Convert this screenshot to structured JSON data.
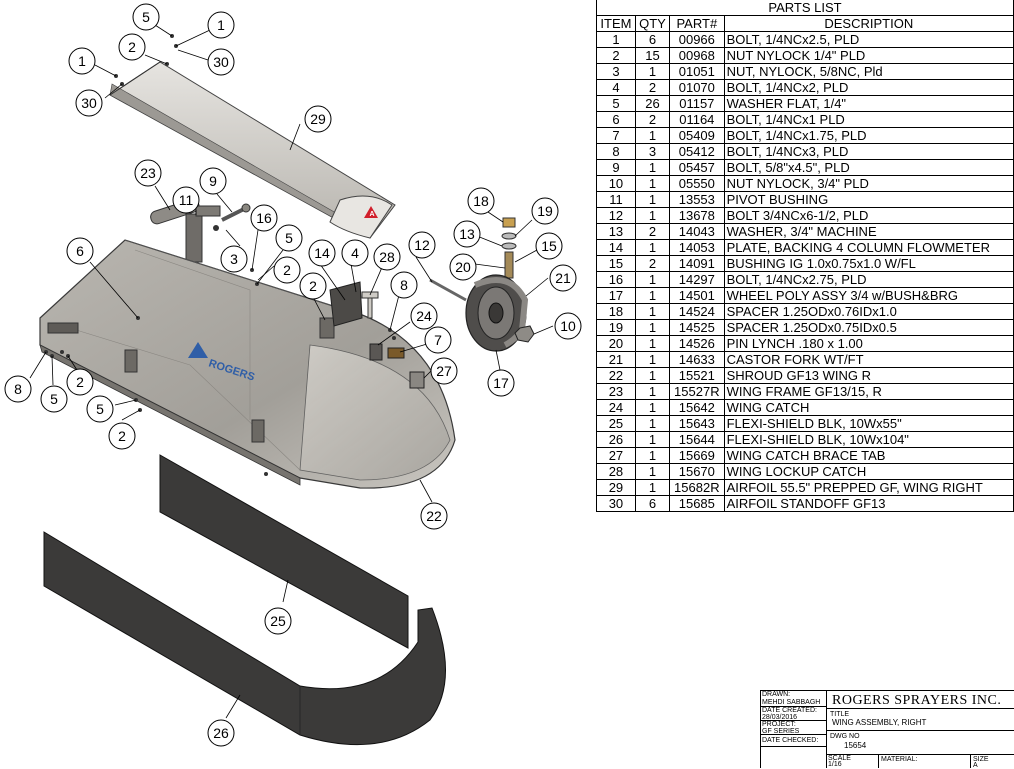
{
  "balloons": [
    {
      "id": "b-5-top",
      "label": "5"
    },
    {
      "id": "b-1-top",
      "label": "1"
    },
    {
      "id": "b-2-top",
      "label": "2"
    },
    {
      "id": "b-30-top",
      "label": "30"
    },
    {
      "id": "b-1-left",
      "label": "1"
    },
    {
      "id": "b-30-left",
      "label": "30"
    },
    {
      "id": "b-29",
      "label": "29"
    },
    {
      "id": "b-23",
      "label": "23"
    },
    {
      "id": "b-9",
      "label": "9"
    },
    {
      "id": "b-11",
      "label": "11"
    },
    {
      "id": "b-16",
      "label": "16"
    },
    {
      "id": "b-5-mid",
      "label": "5"
    },
    {
      "id": "b-3",
      "label": "3"
    },
    {
      "id": "b-2-mid",
      "label": "2"
    },
    {
      "id": "b-6",
      "label": "6"
    },
    {
      "id": "b-14",
      "label": "14"
    },
    {
      "id": "b-4",
      "label": "4"
    },
    {
      "id": "b-28",
      "label": "28"
    },
    {
      "id": "b-12",
      "label": "12"
    },
    {
      "id": "b-8-mid",
      "label": "8"
    },
    {
      "id": "b-2-center",
      "label": "2"
    },
    {
      "id": "b-18",
      "label": "18"
    },
    {
      "id": "b-19",
      "label": "19"
    },
    {
      "id": "b-13",
      "label": "13"
    },
    {
      "id": "b-15",
      "label": "15"
    },
    {
      "id": "b-20",
      "label": "20"
    },
    {
      "id": "b-21",
      "label": "21"
    },
    {
      "id": "b-10",
      "label": "10"
    },
    {
      "id": "b-24",
      "label": "24"
    },
    {
      "id": "b-7",
      "label": "7"
    },
    {
      "id": "b-27",
      "label": "27"
    },
    {
      "id": "b-17",
      "label": "17"
    },
    {
      "id": "b-8-left",
      "label": "8"
    },
    {
      "id": "b-5-left",
      "label": "5"
    },
    {
      "id": "b-2-left",
      "label": "2"
    },
    {
      "id": "b-5-low",
      "label": "5"
    },
    {
      "id": "b-2-low",
      "label": "2"
    },
    {
      "id": "b-22",
      "label": "22"
    },
    {
      "id": "b-25",
      "label": "25"
    },
    {
      "id": "b-26",
      "label": "26"
    }
  ],
  "logo": {
    "letter": "A",
    "brand_small": "ROGERS",
    "brand_large": "ROGERS"
  },
  "parts_list": {
    "title": "PARTS LIST",
    "headers": [
      "ITEM",
      "QTY",
      "PART#",
      "DESCRIPTION"
    ],
    "rows": [
      [
        "1",
        "6",
        "00966",
        "BOLT, 1/4NCx2.5, PLD"
      ],
      [
        "2",
        "15",
        "00968",
        "NUT NYLOCK 1/4\" PLD"
      ],
      [
        "3",
        "1",
        "01051",
        "NUT, NYLOCK, 5/8NC, Pld"
      ],
      [
        "4",
        "2",
        "01070",
        "BOLT, 1/4NCx2, PLD"
      ],
      [
        "5",
        "26",
        "01157",
        "WASHER FLAT, 1/4\""
      ],
      [
        "6",
        "2",
        "01164",
        "BOLT, 1/4NCx1 PLD"
      ],
      [
        "7",
        "1",
        "05409",
        "BOLT, 1/4NCx1.75, PLD"
      ],
      [
        "8",
        "3",
        "05412",
        "BOLT, 1/4NCx3, PLD"
      ],
      [
        "9",
        "1",
        "05457",
        "BOLT, 5/8\"x4.5\", PLD"
      ],
      [
        "10",
        "1",
        "05550",
        "NUT NYLOCK, 3/4\" PLD"
      ],
      [
        "11",
        "1",
        "13553",
        "PIVOT BUSHING"
      ],
      [
        "12",
        "1",
        "13678",
        "BOLT 3/4NCx6-1/2, PLD"
      ],
      [
        "13",
        "2",
        "14043",
        "WASHER, 3/4\" MACHINE"
      ],
      [
        "14",
        "1",
        "14053",
        "PLATE, BACKING 4 COLUMN FLOWMETER"
      ],
      [
        "15",
        "2",
        "14091",
        "BUSHING IG 1.0x0.75x1.0 W/FL"
      ],
      [
        "16",
        "1",
        "14297",
        "BOLT, 1/4NCx2.75, PLD"
      ],
      [
        "17",
        "1",
        "14501",
        "WHEEL POLY ASSY 3/4 w/BUSH&BRG"
      ],
      [
        "18",
        "1",
        "14524",
        "SPACER 1.25ODx0.76IDx1.0"
      ],
      [
        "19",
        "1",
        "14525",
        "SPACER 1.25ODx0.75IDx0.5"
      ],
      [
        "20",
        "1",
        "14526",
        "PIN LYNCH .180 x 1.00"
      ],
      [
        "21",
        "1",
        "14633",
        "CASTOR FORK WT/FT"
      ],
      [
        "22",
        "1",
        "15521",
        "SHROUD GF13 WING R"
      ],
      [
        "23",
        "1",
        "15527R",
        "WING FRAME GF13/15, R"
      ],
      [
        "24",
        "1",
        "15642",
        "WING CATCH"
      ],
      [
        "25",
        "1",
        "15643",
        "FLEXI-SHIELD BLK, 10Wx55\""
      ],
      [
        "26",
        "1",
        "15644",
        "FLEXI-SHIELD BLK, 10Wx104\""
      ],
      [
        "27",
        "1",
        "15669",
        "WING CATCH BRACE TAB"
      ],
      [
        "28",
        "1",
        "15670",
        "WING LOCKUP CATCH"
      ],
      [
        "29",
        "1",
        "15682R",
        "AIRFOIL 55.5\" PREPPED GF, WING RIGHT"
      ],
      [
        "30",
        "6",
        "15685",
        "AIRFOIL STANDOFF GF13"
      ]
    ]
  },
  "title_block": {
    "drawn_label": "DRAWN:",
    "drawn_by": "MEHDI SABBAGH",
    "date_created_label": "DATE CREATED:",
    "date_created": "28/03/2016",
    "project_label": "PROJECT:",
    "project": "GF SERIES",
    "date_checked_label": "DATE CHECKED:",
    "company": "ROGERS SPRAYERS INC.",
    "title_label": "TITLE",
    "title": "WING ASSEMBLY, RIGHT",
    "dwg_no_label": "DWG NO",
    "dwg_no": "15654",
    "scale_label": "SCALE",
    "scale": "1/16",
    "material_label": "MATERIAL:",
    "size_label": "SIZE",
    "size": "A"
  }
}
